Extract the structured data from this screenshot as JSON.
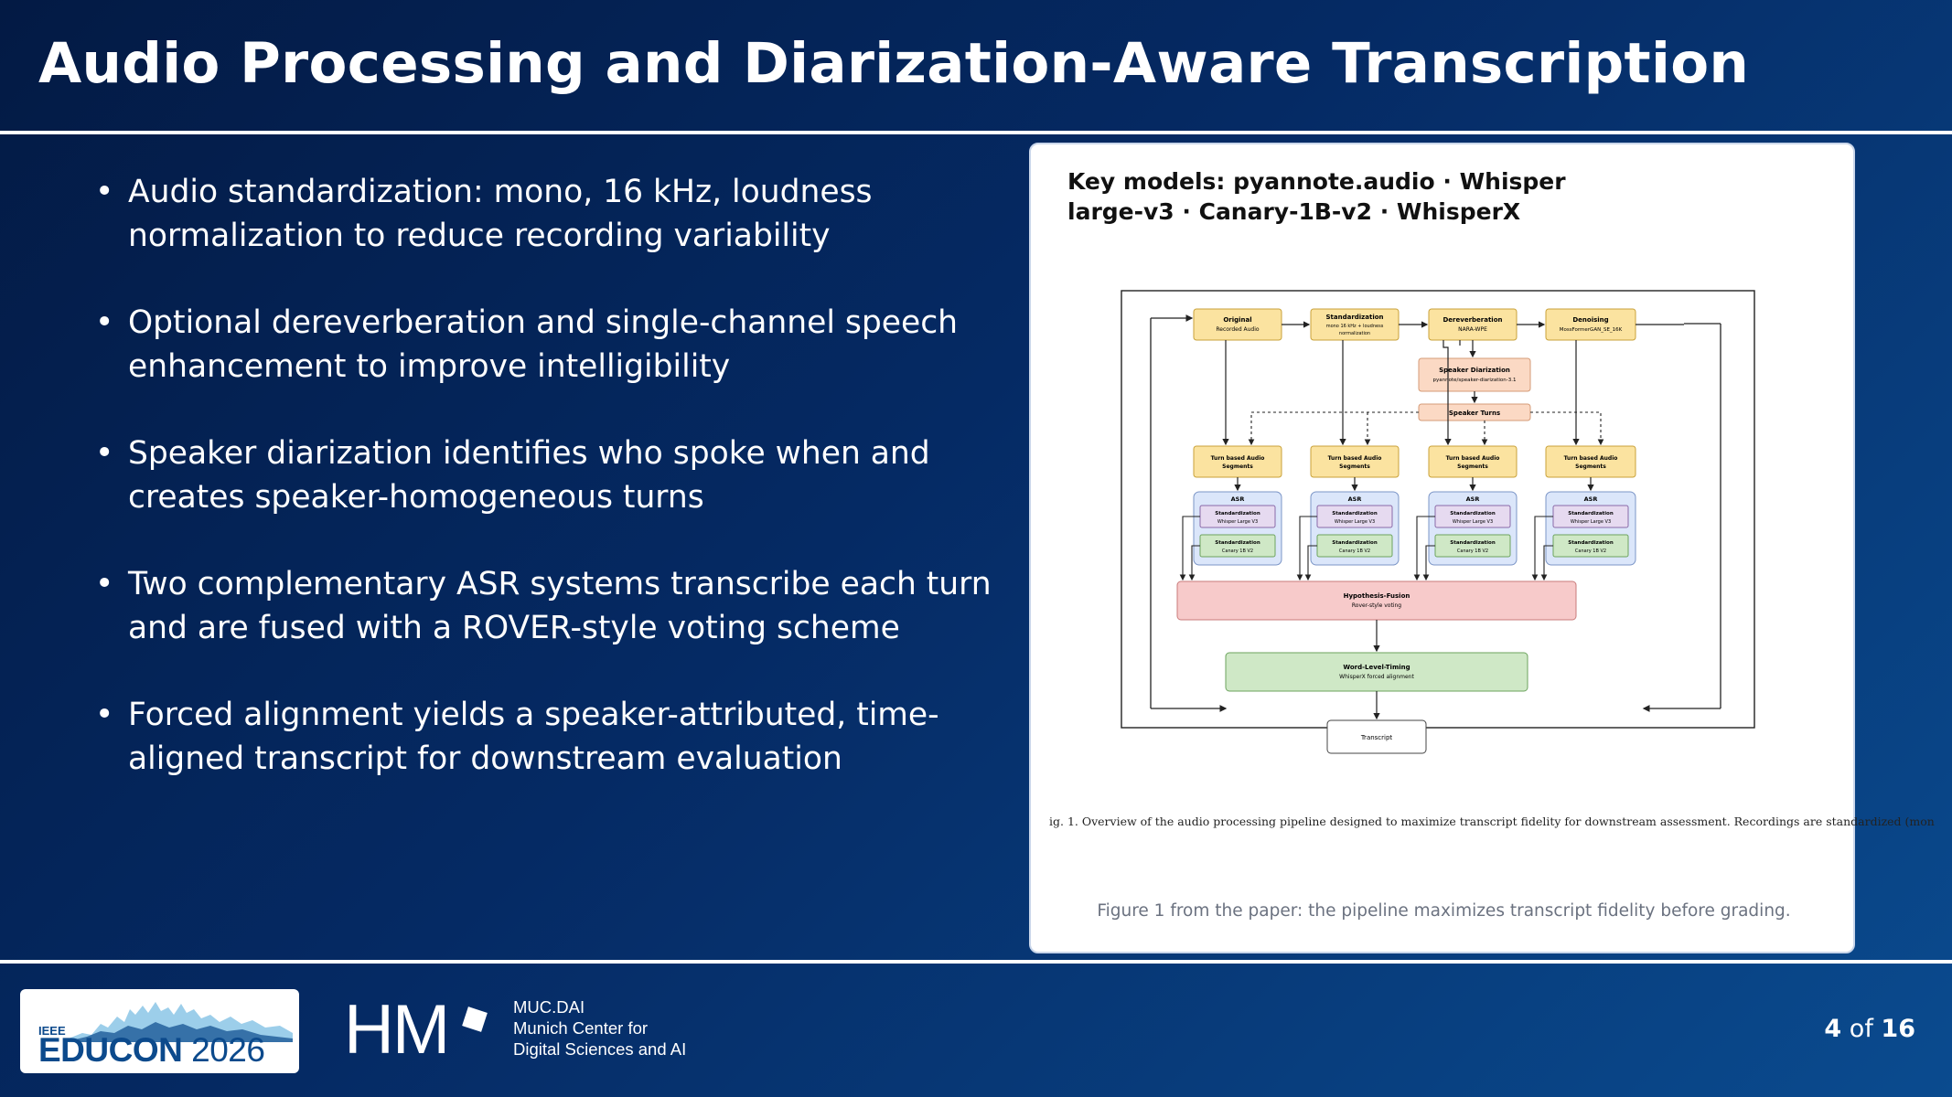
{
  "slide": {
    "title": "Audio Processing and Diarization-Aware Transcription",
    "bullets": [
      "Audio standardization: mono, 16 kHz, loudness normalization to reduce recording variability",
      "Optional dereverberation and single-channel speech enhancement to improve intelligibility",
      "Speaker diarization identifies who spoke when and creates speaker-homogeneous turns",
      "Two complementary ASR systems transcribe each turn and are fused with a ROVER-style voting scheme",
      "Forced alignment yields a speaker-attributed, time-aligned transcript for downstream evaluation"
    ]
  },
  "figure": {
    "heading": "Key models: pyannote.audio · Whisper large-v3 · Canary-1B-v2 · WhisperX",
    "caption_text": "ig. 1.  Overview of the audio processing pipeline designed to maximize transcript fidelity for downstream assessment. Recordings are standardized (mon",
    "note": "Figure 1 from the paper: the pipeline maximizes transcript fidelity before grading.",
    "diagram": {
      "top_row": [
        {
          "title": "Original",
          "sub": "Recorded Audio"
        },
        {
          "title": "Standardization",
          "sub": "mono 16 kHz + loudness normalization"
        },
        {
          "title": "Dereverberation",
          "sub": "NARA-WPE"
        },
        {
          "title": "Denoising",
          "sub": "MossFormerGAN_SE_16K"
        }
      ],
      "diarization": {
        "title": "Speaker Diarization",
        "sub": "pyannote/speaker-diarization-3.1"
      },
      "speaker_turns": "Speaker Turns",
      "segments": "Turn based Audio Segments",
      "asr": {
        "title": "ASR",
        "model1_title": "Standardization",
        "model1_sub": "Whisper Large V3",
        "model2_title": "Standardization",
        "model2_sub": "Canary 1B V2"
      },
      "fusion": {
        "title": "Hypothesis-Fusion",
        "sub": "Rover-style voting"
      },
      "timing": {
        "title": "Word-Level-Timing",
        "sub": "WhisperX forced alignment"
      },
      "transcript": "Transcript"
    }
  },
  "footer": {
    "educon_ieee": "IEEE",
    "educon_name": "EDUCON",
    "educon_year": "2026",
    "hm": "HM",
    "muc_lines": [
      "MUC.DAI",
      "Munich Center for",
      "Digital Sciences and AI"
    ],
    "page_current": "4",
    "page_of": "of",
    "page_total": "16"
  },
  "colors": {
    "background": "#052a64",
    "yellow_box": "#fbe3a0",
    "orange_box": "#fbd9c4",
    "blue_box": "#dbe6fa",
    "purple_box": "#e6daf0",
    "green_box": "#cfe8c6",
    "red_box": "#f7caca"
  }
}
